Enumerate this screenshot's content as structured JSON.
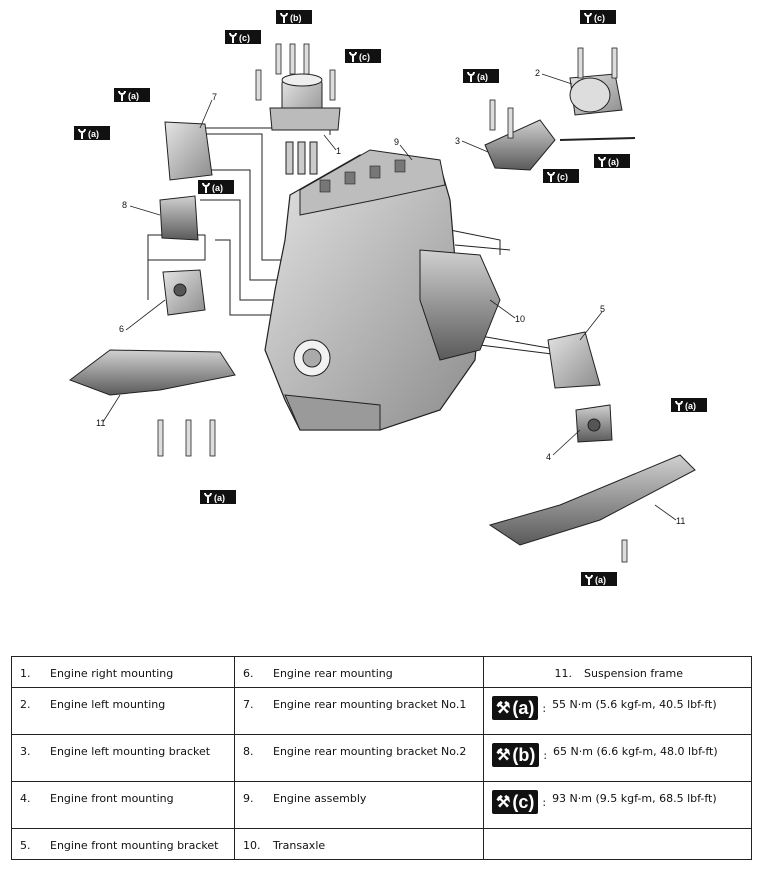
{
  "callouts": {
    "n1": "1",
    "n2": "2",
    "n3": "3",
    "n4": "4",
    "n5": "5",
    "n6": "6",
    "n7": "7",
    "n8": "8",
    "n9": "9",
    "n10": "10",
    "n11a": "11",
    "n11b": "11"
  },
  "badges": {
    "a": "(a)",
    "b": "(b)",
    "c": "(c)"
  },
  "legend": {
    "items": [
      {
        "num": "1.",
        "label": "Engine right mounting"
      },
      {
        "num": "2.",
        "label": "Engine left mounting"
      },
      {
        "num": "3.",
        "label": "Engine left mounting bracket"
      },
      {
        "num": "4.",
        "label": "Engine front mounting"
      },
      {
        "num": "5.",
        "label": "Engine front mounting bracket"
      },
      {
        "num": "6.",
        "label": "Engine rear mounting"
      },
      {
        "num": "7.",
        "label": "Engine rear mounting bracket No.1"
      },
      {
        "num": "8.",
        "label": "Engine rear mounting bracket No.2"
      },
      {
        "num": "9.",
        "label": "Engine assembly"
      },
      {
        "num": "10.",
        "label": "Transaxle"
      },
      {
        "num": "11.",
        "label": "Suspension frame"
      }
    ],
    "torques": [
      {
        "badge": "(a)",
        "colon": ":",
        "value": "55 N·m (5.6 kgf-m, 40.5 lbf-ft)"
      },
      {
        "badge": "(b)",
        "colon": ":",
        "value": "65 N·m (6.6 kgf-m, 48.0 lbf-ft)"
      },
      {
        "badge": "(c)",
        "colon": ":",
        "value": "93 N·m (9.5 kgf-m, 68.5 lbf-ft)"
      }
    ]
  }
}
